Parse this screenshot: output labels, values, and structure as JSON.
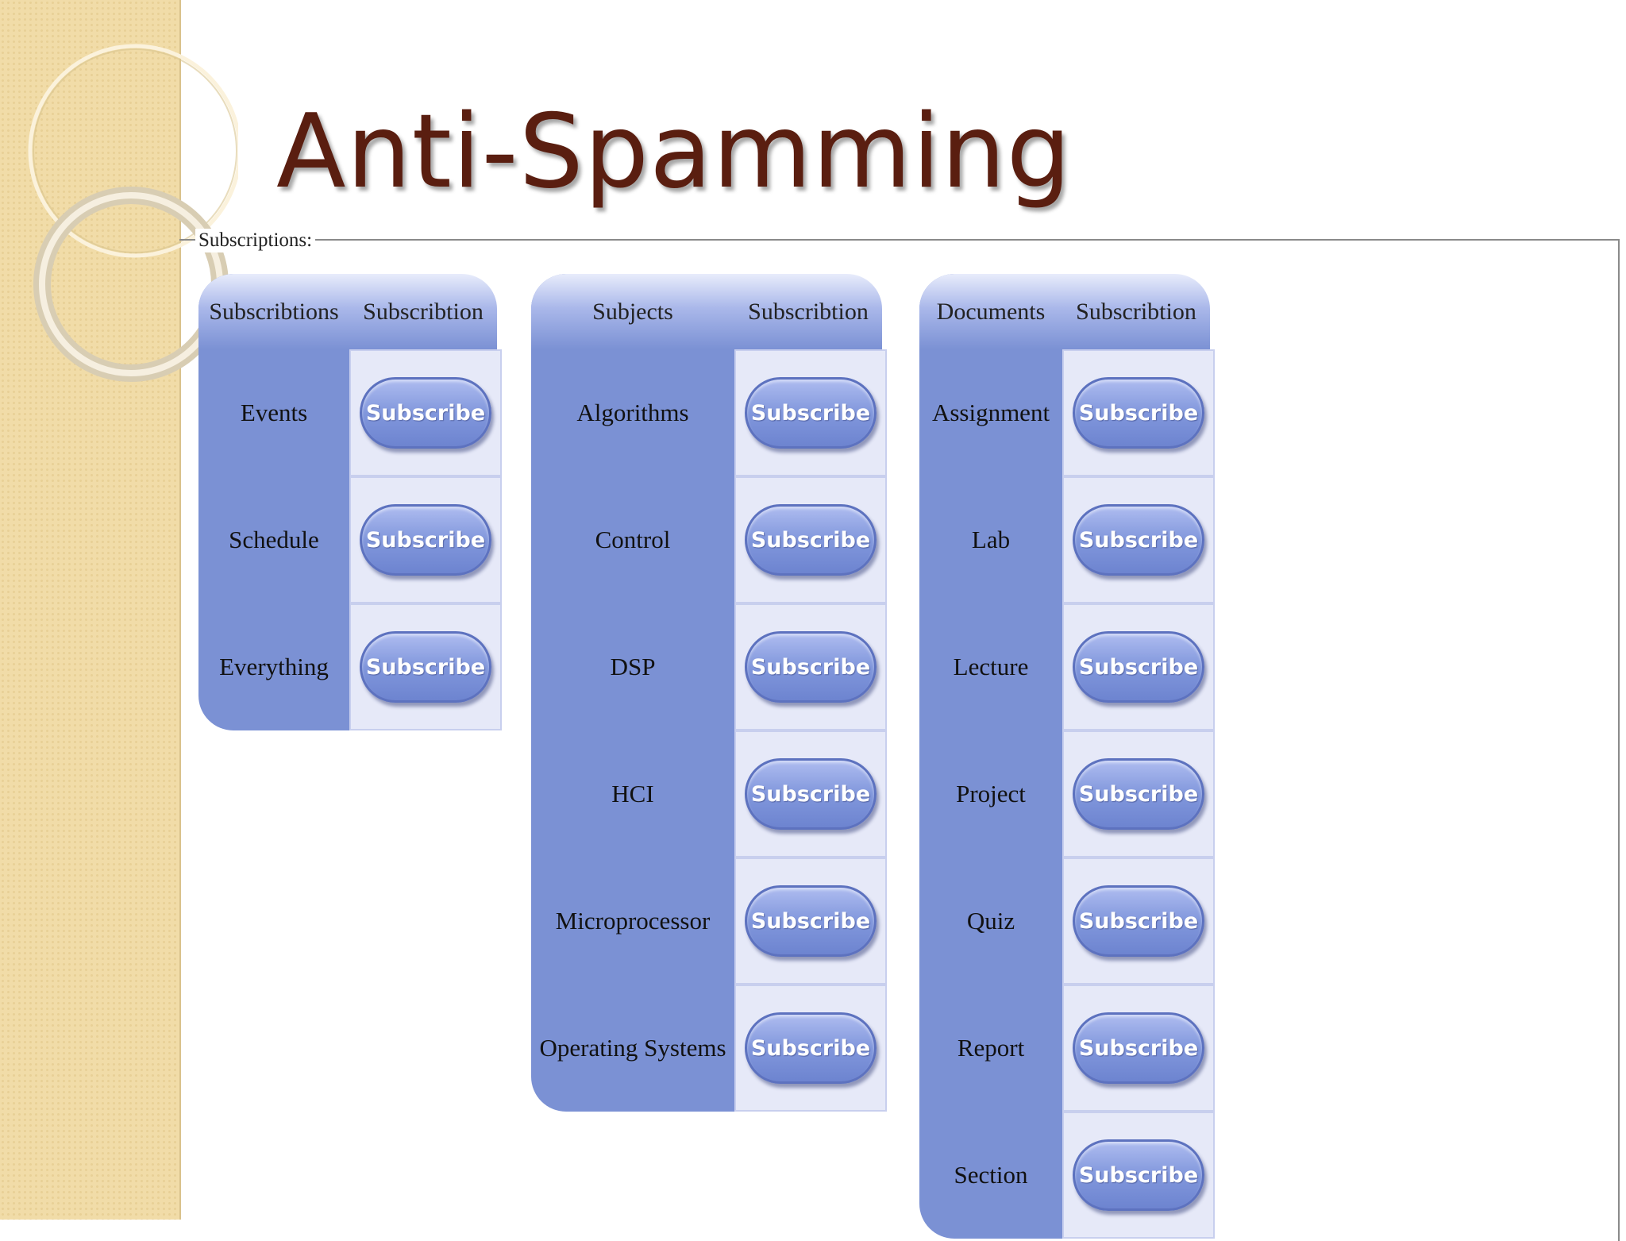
{
  "slide": {
    "title": "Anti-Spamming"
  },
  "fieldset": {
    "legend": "Subscriptions:"
  },
  "colors": {
    "panel": "#7b91d4",
    "cell": "#e6e9f8",
    "title": "#5a1e10"
  },
  "panels": [
    {
      "header": [
        "Subscribtions",
        "Subscribtion"
      ],
      "rows": [
        {
          "label": "Events",
          "button": "Subscribe"
        },
        {
          "label": "Schedule",
          "button": "Subscribe"
        },
        {
          "label": "Everything",
          "button": "Subscribe"
        }
      ]
    },
    {
      "header": [
        "Subjects",
        "Subscribtion"
      ],
      "rows": [
        {
          "label": "Algorithms",
          "button": "Subscribe"
        },
        {
          "label": "Control",
          "button": "Subscribe"
        },
        {
          "label": "DSP",
          "button": "Subscribe"
        },
        {
          "label": "HCI",
          "button": "Subscribe"
        },
        {
          "label": "Microprocessor",
          "button": "Subscribe"
        },
        {
          "label": "Operating Systems",
          "button": "Subscribe"
        }
      ]
    },
    {
      "header": [
        "Documents",
        "Subscribtion"
      ],
      "rows": [
        {
          "label": "Assignment",
          "button": "Subscribe"
        },
        {
          "label": "Lab",
          "button": "Subscribe"
        },
        {
          "label": "Lecture",
          "button": "Subscribe"
        },
        {
          "label": "Project",
          "button": "Subscribe"
        },
        {
          "label": "Quiz",
          "button": "Subscribe"
        },
        {
          "label": "Report",
          "button": "Subscribe"
        },
        {
          "label": "Section",
          "button": "Subscribe"
        }
      ]
    }
  ]
}
